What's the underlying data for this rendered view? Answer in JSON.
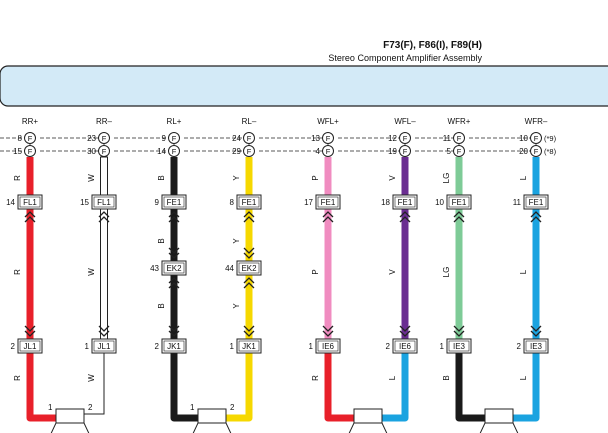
{
  "header": {
    "code": "F73(F), F86(I), F89(H)",
    "name": "Stereo Component Amplifier Assembly"
  },
  "colors": {
    "R": "#e8202a",
    "W": "#ffffff",
    "B": "#1a1a1a",
    "Y": "#f6d800",
    "P": "#f08cc0",
    "V": "#6a2d91",
    "LG": "#7ecb97",
    "L": "#1aa3e0",
    "amp_fill": "#d3eaf7",
    "outline": "#222222"
  },
  "wires": [
    {
      "name": "RR+",
      "pin_a": "8",
      "pin_b": "15",
      "top_color": "R",
      "conn1": {
        "pin": "14",
        "id": "FL1"
      },
      "mid_color": "R",
      "conn3": {
        "pin": "2",
        "id": "JL1"
      },
      "bot_color": "R",
      "speaker_pin": "1",
      "suffix_a": "",
      "suffix_b": ""
    },
    {
      "name": "RR–",
      "pin_a": "23",
      "pin_b": "30",
      "top_color": "W",
      "conn1": {
        "pin": "15",
        "id": "FL1"
      },
      "mid_color": "W",
      "conn3": {
        "pin": "1",
        "id": "JL1"
      },
      "bot_color": "W",
      "speaker_pin": "2",
      "suffix_a": "",
      "suffix_b": ""
    },
    {
      "name": "RL+",
      "pin_a": "9",
      "pin_b": "14",
      "top_color": "B",
      "conn1": {
        "pin": "9",
        "id": "FE1"
      },
      "mid_color": "B",
      "conn2": {
        "pin": "43",
        "id": "EK2"
      },
      "conn3": {
        "pin": "2",
        "id": "JK1"
      },
      "bot_color": "",
      "speaker_pin": "1",
      "suffix_a": "",
      "suffix_b": ""
    },
    {
      "name": "RL–",
      "pin_a": "24",
      "pin_b": "29",
      "top_color": "Y",
      "conn1": {
        "pin": "8",
        "id": "FE1"
      },
      "mid_color": "Y",
      "conn2": {
        "pin": "44",
        "id": "EK2"
      },
      "conn3": {
        "pin": "1",
        "id": "JK1"
      },
      "bot_color": "",
      "speaker_pin": "2",
      "suffix_a": "",
      "suffix_b": ""
    },
    {
      "name": "WFL+",
      "pin_a": "13",
      "pin_b": "4",
      "top_color": "P",
      "conn1": {
        "pin": "17",
        "id": "FE1"
      },
      "mid_color": "P",
      "conn3": {
        "pin": "1",
        "id": "IE6"
      },
      "bot_color": "R",
      "speaker_pin": "",
      "suffix_a": "",
      "suffix_b": ""
    },
    {
      "name": "WFL–",
      "pin_a": "12",
      "pin_b": "19",
      "top_color": "V",
      "conn1": {
        "pin": "18",
        "id": "FE1"
      },
      "mid_color": "V",
      "conn3": {
        "pin": "2",
        "id": "IE6"
      },
      "bot_color": "L",
      "speaker_pin": "",
      "suffix_a": "",
      "suffix_b": ""
    },
    {
      "name": "WFR+",
      "pin_a": "11",
      "pin_b": "5",
      "top_color": "LG",
      "conn1": {
        "pin": "10",
        "id": "FE1"
      },
      "mid_color": "LG",
      "conn3": {
        "pin": "1",
        "id": "IE3"
      },
      "bot_color": "B",
      "speaker_pin": "",
      "suffix_a": "",
      "suffix_b": ""
    },
    {
      "name": "WFR–",
      "pin_a": "10",
      "pin_b": "20",
      "top_color": "L",
      "conn1": {
        "pin": "11",
        "id": "FE1"
      },
      "mid_color": "L",
      "conn3": {
        "pin": "2",
        "id": "IE3"
      },
      "bot_color": "L",
      "speaker_pin": "",
      "suffix_a": "(*9)",
      "suffix_b": "(*8)"
    }
  ],
  "terminal_letter": "F"
}
